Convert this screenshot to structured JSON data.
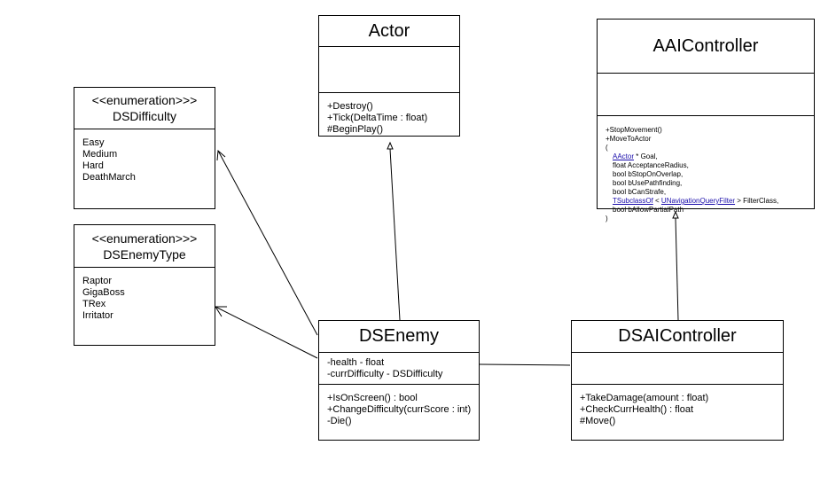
{
  "classes": {
    "actor": {
      "name": "Actor",
      "methods": [
        "+Destroy()",
        "+Tick(DeltaTime : float)",
        "#BeginPlay()"
      ]
    },
    "aaicontroller": {
      "name": "AAIController",
      "methods": {
        "line1": "+StopMovement()",
        "line2": "+MoveToActor",
        "line3": "(",
        "goal_link": "AActor",
        "goal_rest": " * Goal,",
        "line5": "float AcceptanceRadius,",
        "line6": "bool bStopOnOverlap,",
        "line7": "bool bUsePathfinding,",
        "line8": "bool bCanStrafe,",
        "filter_link1": "TSubclassOf",
        "filter_mid": " < ",
        "filter_link2": "UNavigationQueryFilter",
        "filter_rest": " > FilterClass,",
        "line10": "bool bAllowPartialPath",
        "line11": ")"
      }
    },
    "dsdifficulty": {
      "stereotype": "<<enumeration>>>",
      "name": "DSDifficulty",
      "values": [
        "Easy",
        "Medium",
        "Hard",
        "DeathMarch"
      ]
    },
    "dsenemytype": {
      "stereotype": "<<enumeration>>>",
      "name": "DSEnemyType",
      "values": [
        "Raptor",
        "GigaBoss",
        "TRex",
        "Irritator"
      ]
    },
    "dsenemy": {
      "name": "DSEnemy",
      "attributes": [
        "-health - float",
        "-currDifficulty - DSDifficulty"
      ],
      "methods": [
        "+IsOnScreen() : bool",
        "+ChangeDifficulty(currScore : int)",
        "-Die()"
      ]
    },
    "dsaicontroller": {
      "name": "DSAIController",
      "methods": [
        "+TakeDamage(amount : float)",
        "+CheckCurrHealth() : float",
        "#Move()"
      ]
    }
  }
}
